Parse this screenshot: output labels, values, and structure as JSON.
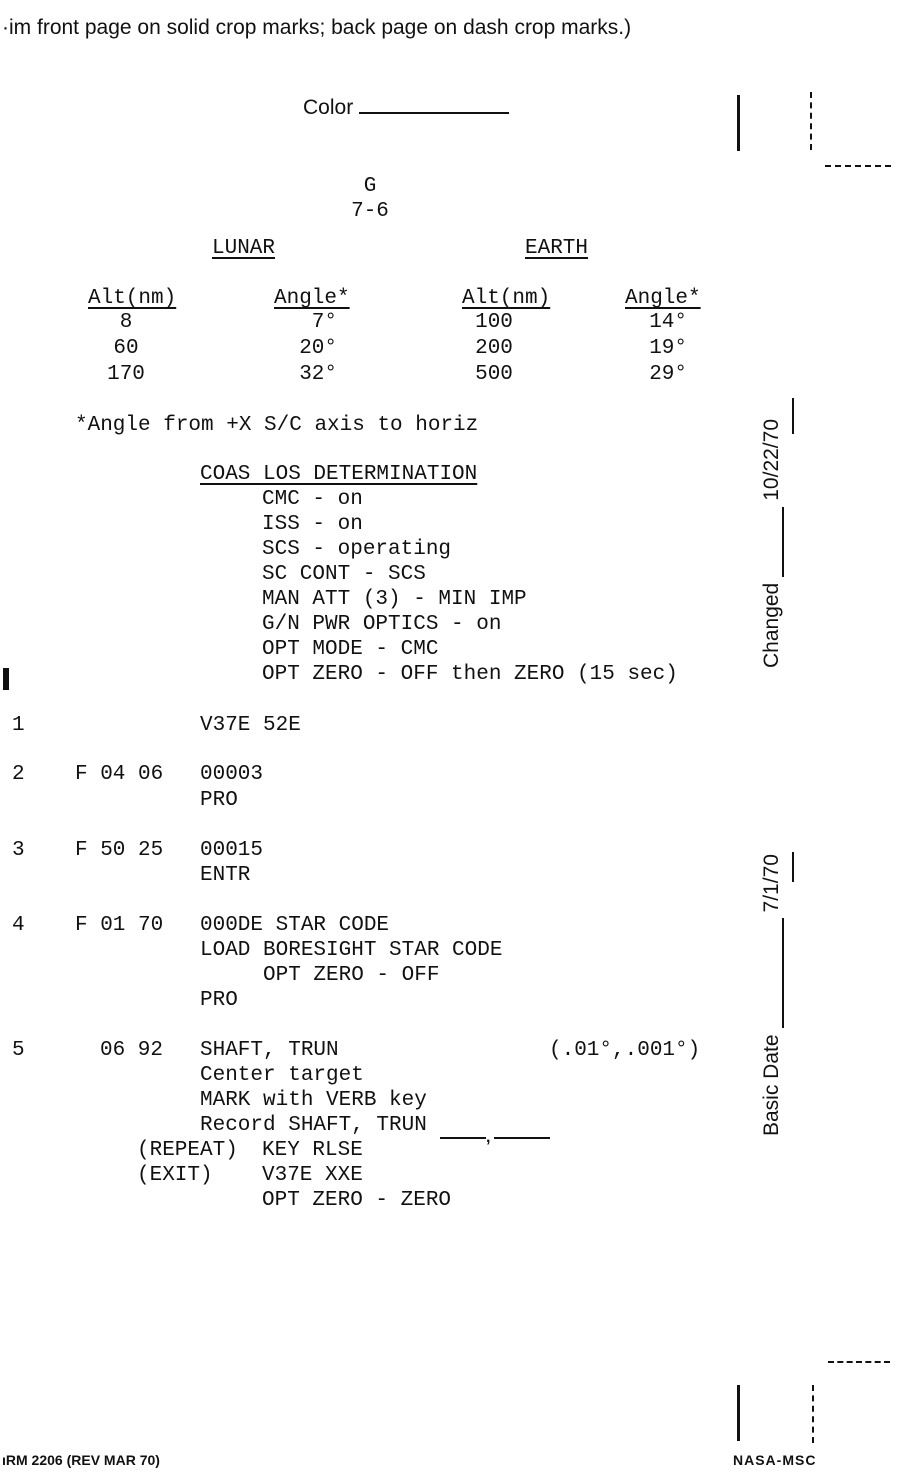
{
  "header_note": "·im front page on solid crop marks; back page on dash crop marks.)",
  "color_label": "Color",
  "section": "G",
  "page": "7-6",
  "lunar": {
    "title": "LUNAR",
    "alt_header": "Alt(nm)",
    "angle_header": "Angle*",
    "rows": [
      [
        "8",
        "7°"
      ],
      [
        "60",
        "20°"
      ],
      [
        "170",
        "32°"
      ]
    ]
  },
  "earth": {
    "title": "EARTH",
    "alt_header": "Alt(nm)",
    "angle_header": "Angle*",
    "rows": [
      [
        "100",
        "14°"
      ],
      [
        "200",
        "19°"
      ],
      [
        "500",
        "29°"
      ]
    ]
  },
  "footnote": "*Angle from +X S/C axis to horiz",
  "coas": {
    "title": "COAS LOS DETERMINATION",
    "items": [
      "CMC - on",
      "ISS - on",
      "SCS - operating",
      "SC CONT - SCS",
      "MAN ATT (3) - MIN IMP",
      "G/N PWR OPTICS - on",
      "OPT MODE - CMC",
      "OPT ZERO - OFF then ZERO (15 sec)"
    ]
  },
  "steps": [
    {
      "num": "1",
      "code": "",
      "lines": [
        "V37E 52E"
      ]
    },
    {
      "num": "2",
      "code": "F 04 06",
      "lines": [
        "00003",
        "PRO"
      ]
    },
    {
      "num": "3",
      "code": "F 50 25",
      "lines": [
        "00015",
        "ENTR"
      ]
    },
    {
      "num": "4",
      "code": "F 01 70",
      "lines": [
        "000DE STAR CODE",
        "LOAD BORESIGHT STAR CODE",
        "     OPT ZERO - OFF",
        "PRO"
      ]
    },
    {
      "num": "5",
      "code": "06 92",
      "lines": [
        "SHAFT, TRUN",
        "Center target",
        "MARK with VERB key",
        "Record SHAFT, TRUN"
      ],
      "units": "(.01°,.001°)",
      "repeat": "(REPEAT)",
      "repeat_action": "KEY RLSE",
      "exit": "(EXIT)",
      "exit_action": "V37E XXE",
      "final": "OPT ZERO - ZERO"
    }
  ],
  "changed_label": "Changed",
  "changed_date": "10/22/70",
  "basic_label": "Basic Date",
  "basic_date": "7/1/70",
  "form_id": "ıRM 2206 (REV MAR 70)",
  "org": "NASA-MSC"
}
